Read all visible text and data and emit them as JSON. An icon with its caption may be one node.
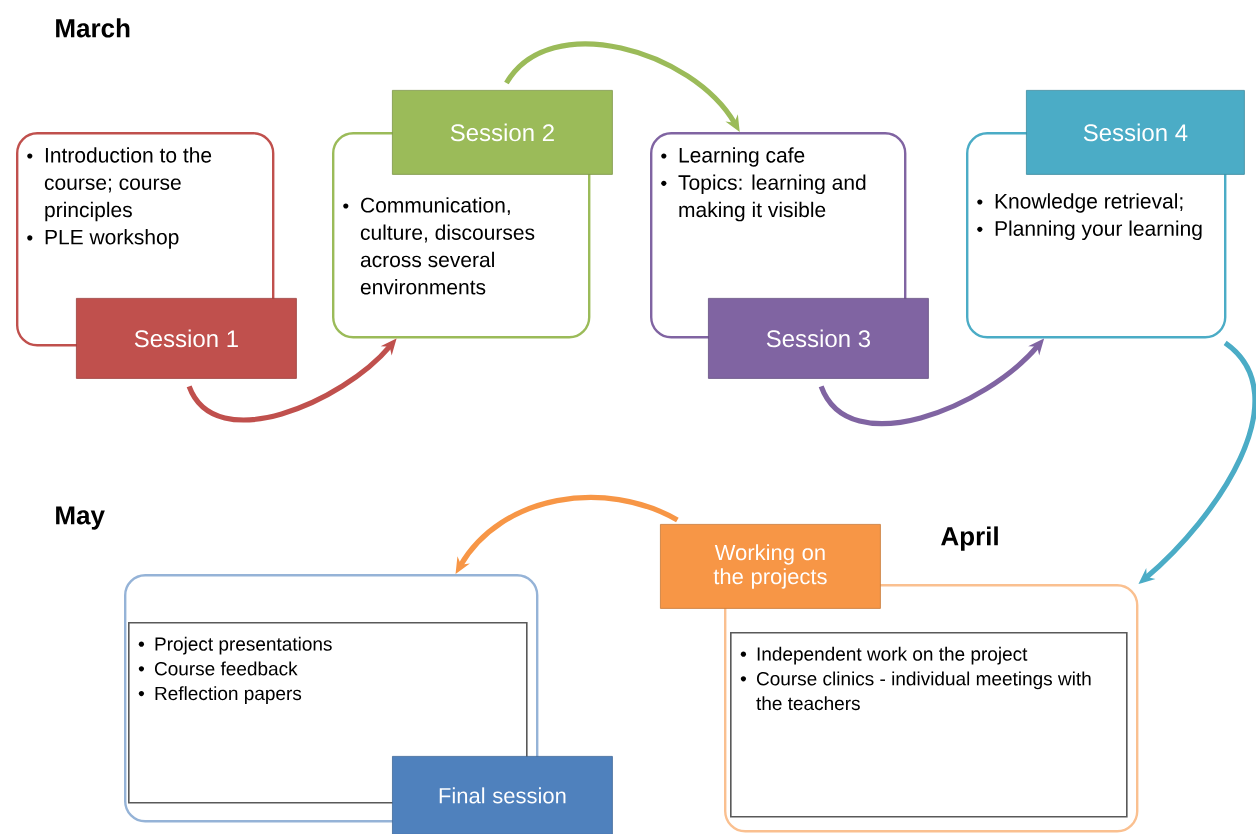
{
  "diagram": {
    "nodes": [
      {
        "text": [
          "Introduction to the course; course principles",
          "PLE workshop"
        ]
      },
      {
        "text": [
          "Session 1"
        ]
      },
      {
        "text": [
          "Communication, culture, discourses across several environments"
        ]
      },
      {
        "text": [
          "Session 2"
        ]
      },
      {
        "text": [
          "Learning cafe",
          "Topics: learning and making it visible"
        ]
      },
      {
        "text": [
          "Session 3"
        ]
      },
      {
        "text": [
          "Knowledge retrieval;",
          "Planning your learning"
        ]
      },
      {
        "text": [
          "Session 4"
        ]
      },
      {
        "text": [],
        "shape": "box"
      },
      {
        "text": [
          "Independent work on the project",
          "Course clinics - individual meetings with the teachers"
        ],
        "in": 8
      },
      {
        "text": [
          "Working on the projects"
        ]
      },
      {
        "text": [],
        "shape": "box"
      },
      {
        "text": [
          "Project presentations",
          "Course feedback",
          "Reflection papers"
        ],
        "in": 11
      },
      {
        "text": [
          "Final session"
        ]
      }
    ],
    "edges": [
      {
        "from": 1,
        "to": 2,
        "arrow": "to",
        "color": "#c0504d"
      },
      {
        "from": 3,
        "to": 4,
        "arrow": "to",
        "color": "#9bbb59"
      },
      {
        "from": 5,
        "to": 6,
        "arrow": "to",
        "color": "#8064a2"
      },
      {
        "from": 6,
        "to": 8,
        "arrow": "to",
        "color": "#4bacc6"
      },
      {
        "from": 10,
        "to": 11,
        "arrow": "to",
        "color": "#f79646"
      }
    ],
    "labels": [
      "March",
      "May",
      "April"
    ]
  }
}
